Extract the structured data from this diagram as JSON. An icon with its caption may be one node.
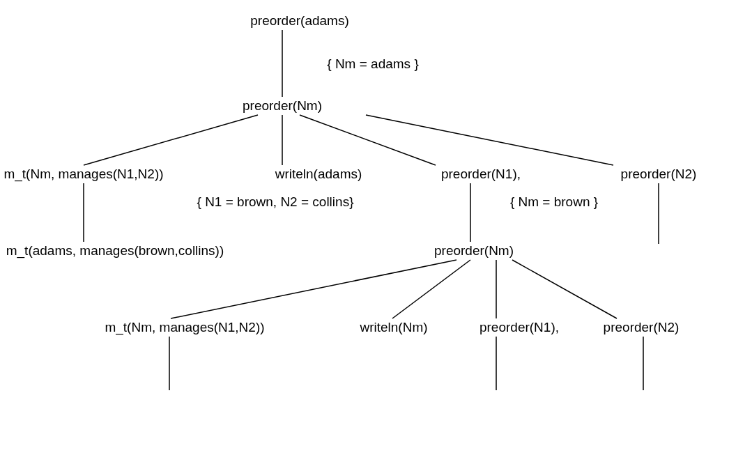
{
  "diagram": {
    "nodes": [
      {
        "text": [
          "preorder(adams)"
        ]
      },
      {
        "text": [
          "preorder(Nm)"
        ]
      },
      {
        "text": [
          "m_t(Nm, manages(N1,N2))"
        ]
      },
      {
        "text": [
          "writeln(adams)"
        ]
      },
      {
        "text": [
          "preorder(N1),"
        ]
      },
      {
        "text": [
          "preorder(N2)"
        ]
      },
      {
        "text": [
          "m_t(adams, manages(brown,collins))"
        ]
      },
      {
        "text": [
          "preorder(Nm)"
        ]
      },
      {
        "text": [
          "m_t(Nm, manages(N1,N2))"
        ]
      },
      {
        "text": [
          "writeln(Nm)"
        ]
      },
      {
        "text": [
          "preorder(N1),"
        ]
      },
      {
        "text": [
          "preorder(N2)"
        ]
      }
    ],
    "edges": [
      {
        "from": 0,
        "to": 1,
        "arrow": "none"
      },
      {
        "from": 1,
        "to": 2,
        "arrow": "none"
      },
      {
        "from": 1,
        "to": 3,
        "arrow": "none"
      },
      {
        "from": 1,
        "to": 4,
        "arrow": "none"
      },
      {
        "from": 1,
        "to": 5,
        "arrow": "none"
      },
      {
        "from": 2,
        "to": 6,
        "arrow": "none"
      },
      {
        "from": 4,
        "to": 7,
        "arrow": "none"
      },
      {
        "from": 5,
        "to": null,
        "arrow": "none"
      },
      {
        "from": 7,
        "to": 8,
        "arrow": "none"
      },
      {
        "from": 7,
        "to": 9,
        "arrow": "none"
      },
      {
        "from": 7,
        "to": 10,
        "arrow": "none"
      },
      {
        "from": 7,
        "to": 11,
        "arrow": "none"
      },
      {
        "from": 8,
        "to": null,
        "arrow": "none"
      },
      {
        "from": 10,
        "to": null,
        "arrow": "none"
      },
      {
        "from": 11,
        "to": null,
        "arrow": "none"
      }
    ],
    "labels": [
      "{ Nm = adams }",
      "{ N1 = brown, N2 = collins}",
      "{ Nm = brown }"
    ]
  }
}
